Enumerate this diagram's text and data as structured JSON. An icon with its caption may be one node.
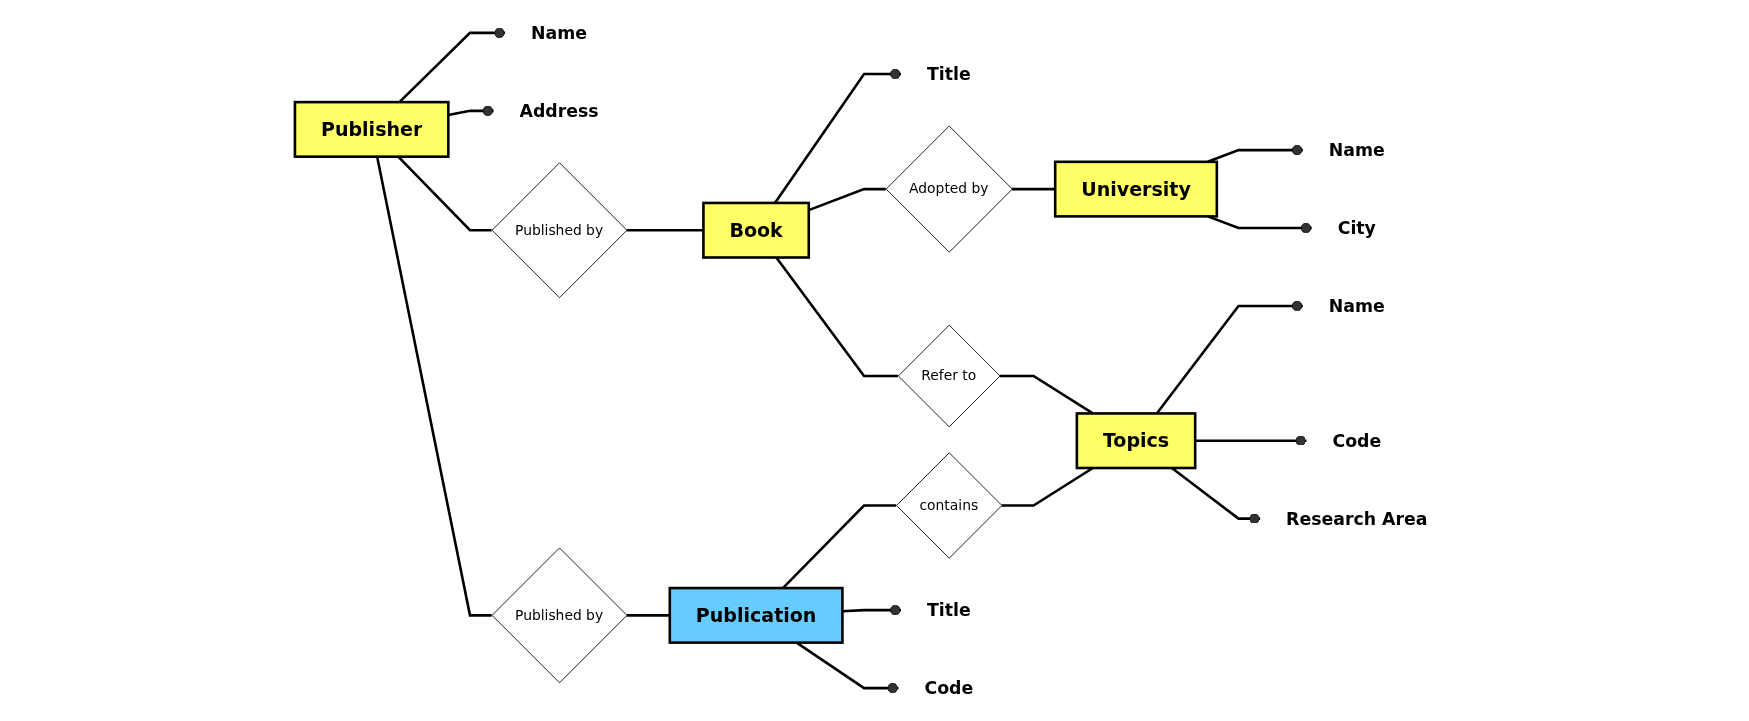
{
  "diagram": {
    "nodes": [
      {
        "text": [
          "Name"
        ]
      },
      {
        "text": [
          "Address"
        ]
      },
      {
        "text": [
          "Title"
        ]
      },
      {
        "text": [
          "Name"
        ]
      },
      {
        "text": [
          "City"
        ]
      },
      {
        "text": [
          "Publisher"
        ]
      },
      {
        "text": [
          "Published by"
        ]
      },
      {
        "text": [
          "Book"
        ]
      },
      {
        "text": [
          "Adopted by"
        ]
      },
      {
        "text": [
          "University"
        ]
      },
      {
        "text": [
          "Published by"
        ]
      },
      {
        "text": [
          "Refer to"
        ]
      },
      {
        "text": [
          "Name"
        ]
      },
      {
        "text": [
          "Publication"
        ]
      },
      {
        "text": [
          "contains"
        ]
      },
      {
        "text": [
          "Topics"
        ]
      },
      {
        "text": [
          "Code"
        ]
      },
      {
        "text": [
          "Research Area"
        ]
      },
      {
        "text": [
          "Title"
        ]
      },
      {
        "text": [
          "Code"
        ]
      }
    ],
    "edges": [
      {
        "from": 5,
        "to": 0,
        "arrow": "other"
      },
      {
        "from": 5,
        "to": 1,
        "arrow": "other"
      },
      {
        "from": 7,
        "to": 2,
        "arrow": "other"
      },
      {
        "from": 9,
        "to": 3,
        "arrow": "other"
      },
      {
        "from": 9,
        "to": 4,
        "arrow": "other"
      },
      {
        "from": 5,
        "to": 6,
        "arrow": "none"
      },
      {
        "from": 6,
        "to": 7,
        "arrow": "none"
      },
      {
        "from": 7,
        "to": 8,
        "arrow": "none"
      },
      {
        "from": 8,
        "to": 9,
        "arrow": "none"
      },
      {
        "from": 5,
        "to": 10,
        "arrow": "none"
      },
      {
        "from": 10,
        "to": 13,
        "arrow": "none"
      },
      {
        "from": 7,
        "to": 11,
        "arrow": "none"
      },
      {
        "from": 11,
        "to": 15,
        "arrow": "none"
      },
      {
        "from": 13,
        "to": 14,
        "arrow": "none"
      },
      {
        "from": 14,
        "to": 15,
        "arrow": "none"
      },
      {
        "from": 15,
        "to": 12,
        "arrow": "other"
      },
      {
        "from": 15,
        "to": 16,
        "arrow": "other"
      },
      {
        "from": 15,
        "to": 17,
        "arrow": "other"
      },
      {
        "from": 13,
        "to": 18,
        "arrow": "other"
      },
      {
        "from": 13,
        "to": 19,
        "arrow": "other"
      }
    ]
  }
}
